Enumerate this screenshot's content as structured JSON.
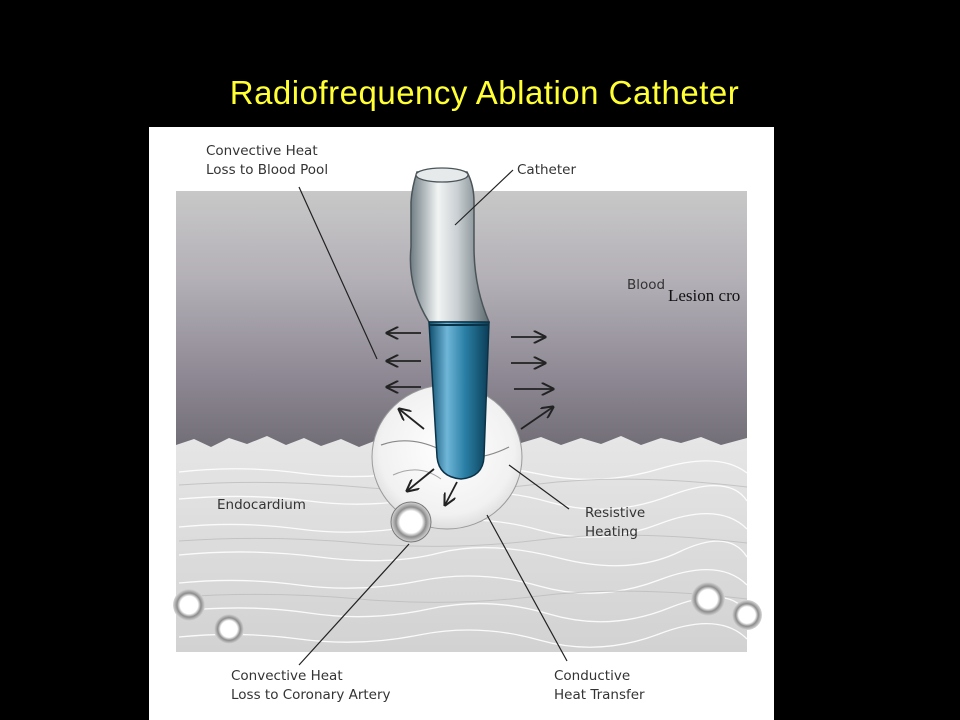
{
  "slide": {
    "title": "Radiofrequency Ablation Catheter",
    "overflow_text": "Lesion cro"
  },
  "diagram": {
    "labels": {
      "convective_blood_1": "Convective Heat",
      "convective_blood_2": "Loss to Blood Pool",
      "catheter": "Catheter",
      "blood": "Blood",
      "endocardium": "Endocardium",
      "resistive_1": "Resistive",
      "resistive_2": "Heating",
      "convective_artery_1": "Convective Heat",
      "convective_artery_2": "Loss to Coronary Artery",
      "conductive_1": "Conductive",
      "conductive_2": "Heat Transfer"
    },
    "colors": {
      "title": "#ffff33",
      "catheter_tip": "#2a7fa5",
      "blood_pool": "#8e8a95",
      "tissue": "#d9d9d9"
    }
  }
}
